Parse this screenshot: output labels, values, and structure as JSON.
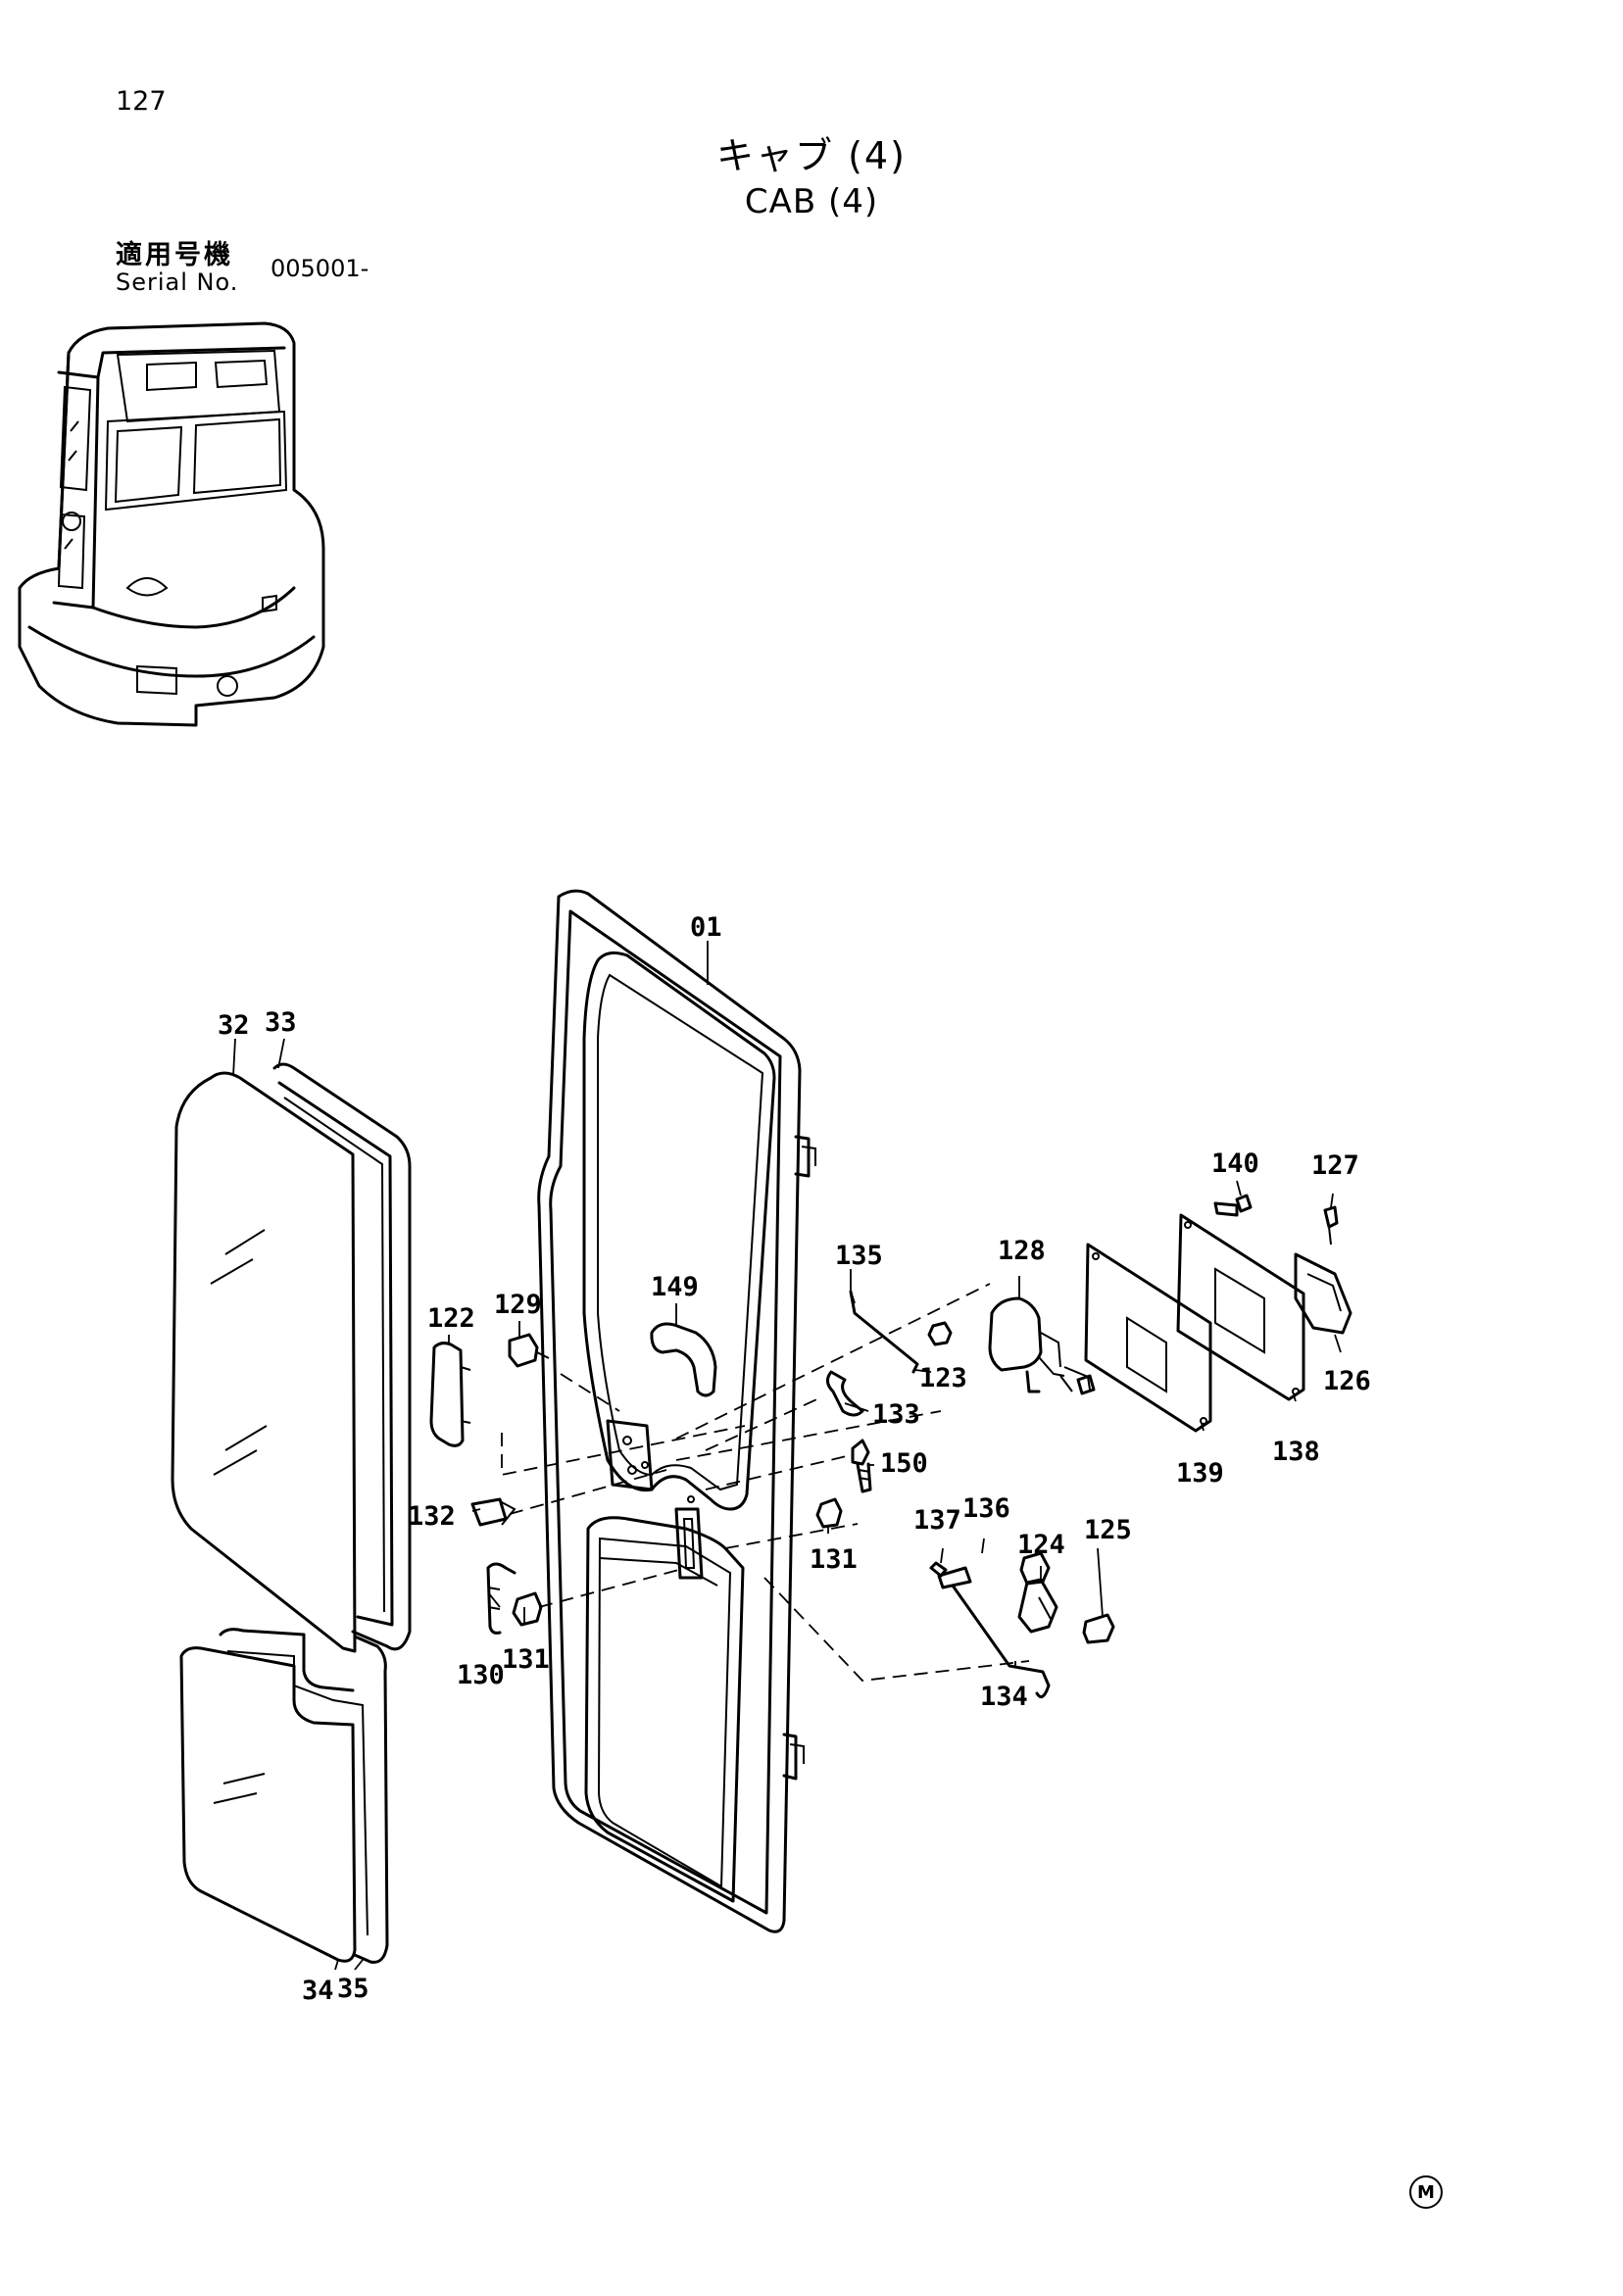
{
  "page": {
    "number": "127",
    "title_ja": "キャブ (4)",
    "title_en": "CAB (4)",
    "serial_label_ja": "適用号機",
    "serial_label_en": "Serial No.",
    "serial_value": "005001-",
    "mark": "M"
  },
  "callouts": [
    {
      "id": "c-01",
      "text": "01"
    },
    {
      "id": "c-32",
      "text": "32"
    },
    {
      "id": "c-33",
      "text": "33"
    },
    {
      "id": "c-34",
      "text": "34"
    },
    {
      "id": "c-35",
      "text": "35"
    },
    {
      "id": "c-122",
      "text": "122"
    },
    {
      "id": "c-123",
      "text": "123"
    },
    {
      "id": "c-124",
      "text": "124"
    },
    {
      "id": "c-125",
      "text": "125"
    },
    {
      "id": "c-126",
      "text": "126"
    },
    {
      "id": "c-127",
      "text": "127"
    },
    {
      "id": "c-128",
      "text": "128"
    },
    {
      "id": "c-129",
      "text": "129"
    },
    {
      "id": "c-130",
      "text": "130"
    },
    {
      "id": "c-131a",
      "text": "131"
    },
    {
      "id": "c-131b",
      "text": "131"
    },
    {
      "id": "c-132",
      "text": "132"
    },
    {
      "id": "c-133",
      "text": "133"
    },
    {
      "id": "c-134",
      "text": "134"
    },
    {
      "id": "c-135",
      "text": "135"
    },
    {
      "id": "c-136",
      "text": "136"
    },
    {
      "id": "c-137",
      "text": "137"
    },
    {
      "id": "c-138",
      "text": "138"
    },
    {
      "id": "c-139",
      "text": "139"
    },
    {
      "id": "c-140",
      "text": "140"
    },
    {
      "id": "c-149",
      "text": "149"
    },
    {
      "id": "c-150",
      "text": "150"
    }
  ]
}
